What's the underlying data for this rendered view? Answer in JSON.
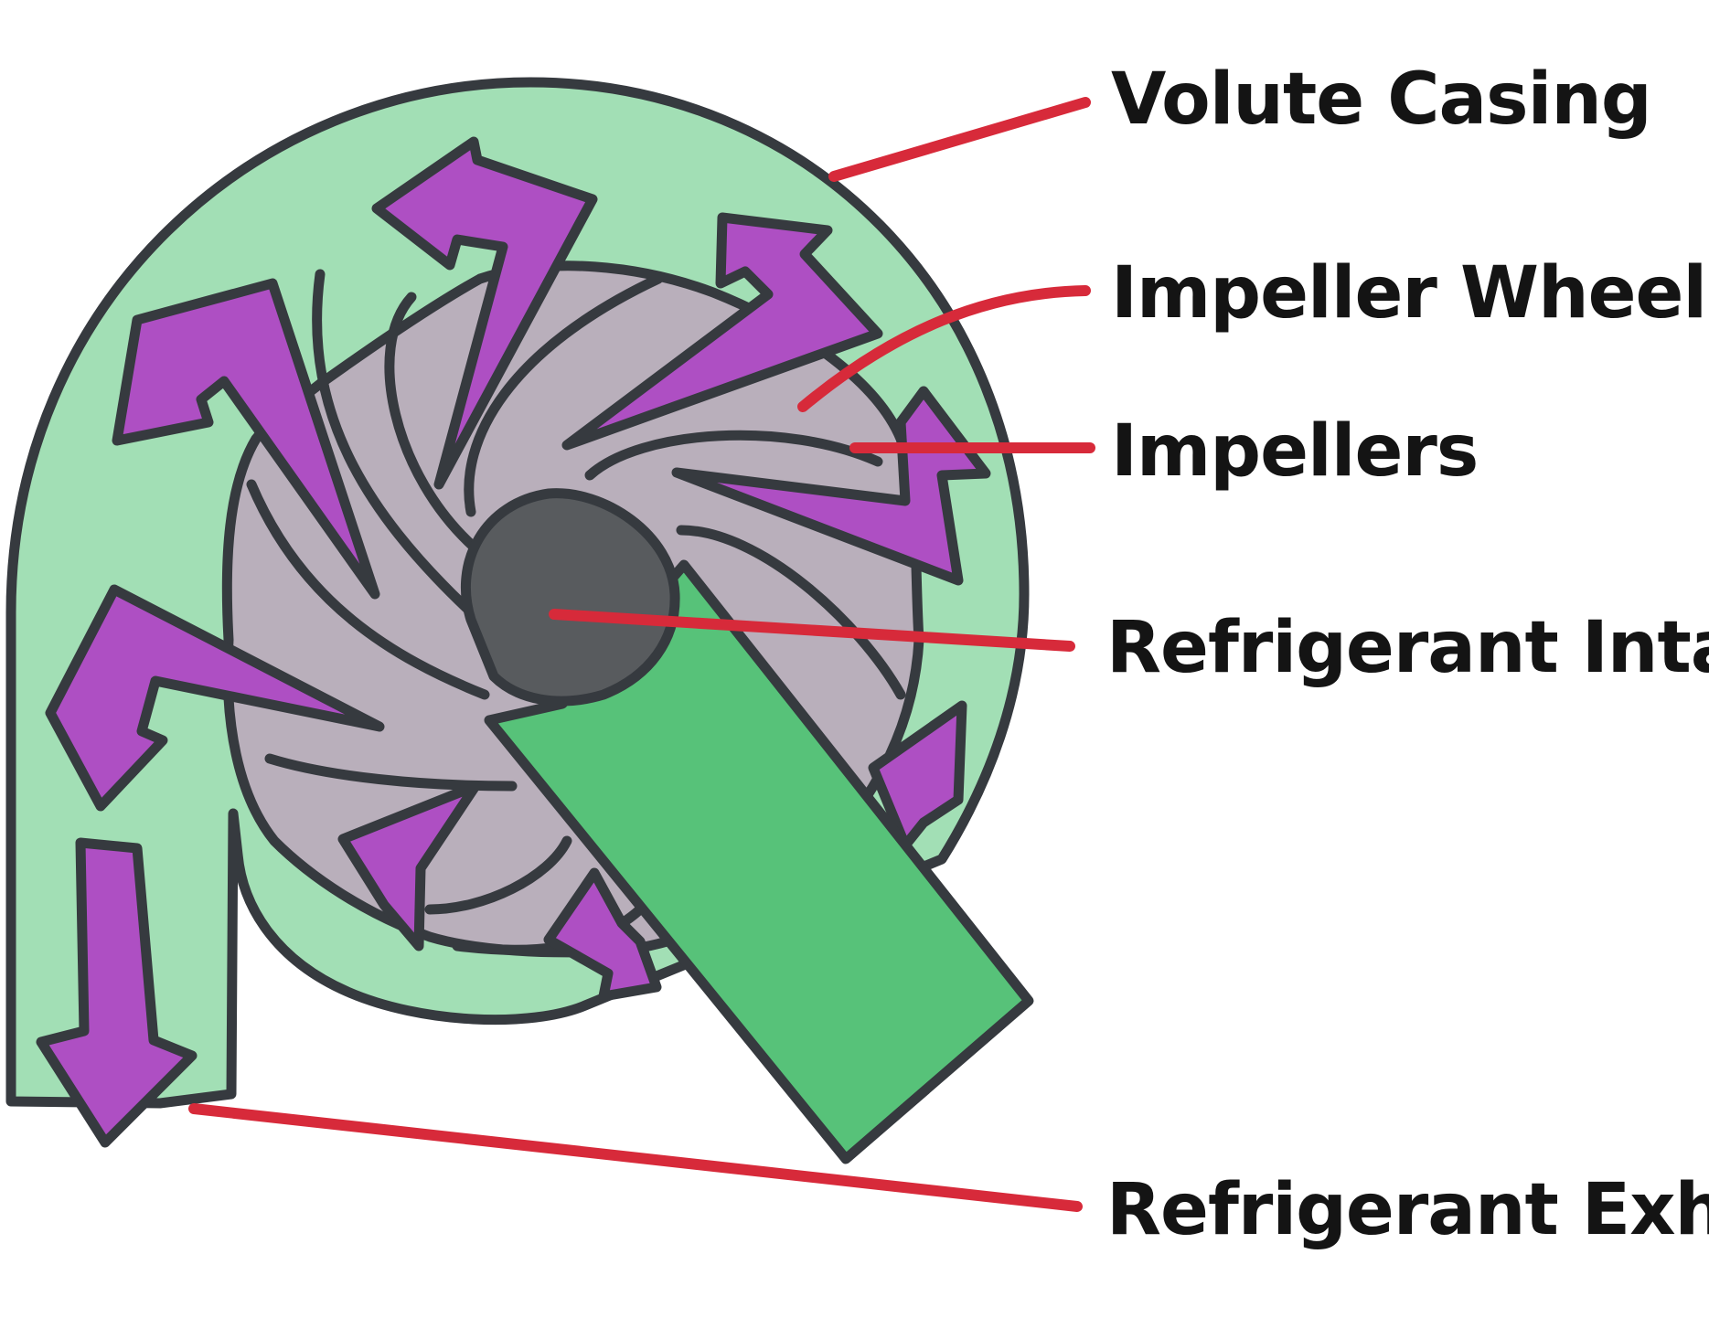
{
  "diagram": {
    "colors": {
      "casing": "#a2dfb5",
      "outline": "#363a3f",
      "impeller_wheel": "#b9afbb",
      "flow_arrows": "#ae4fc3",
      "intake_pipe": "#57c279",
      "hub": "#585b5e",
      "leader_lines": "#d72a3a",
      "label_text": "#141414"
    },
    "labels": {
      "volute_casing": "Volute Casing",
      "impeller_wheel": "Impeller Wheel",
      "impellers": "Impellers",
      "refrigerant_intake": "Refrigerant Intake",
      "refrigerant_exhaust": "Refrigerant Exhaust"
    }
  }
}
